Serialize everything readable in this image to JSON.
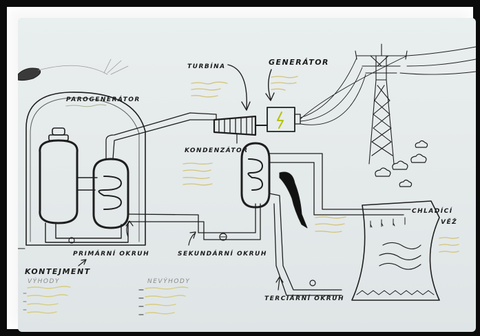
{
  "labels": {
    "turbina": "TURBÍNA",
    "generator": "GENERÁTOR",
    "parogenerator": "PAROGENERÁTOR",
    "kondenzator": "KONDENZÁTOR",
    "chladici": "CHLADÍCÍ",
    "vez": "VĚŽ",
    "primarni_okruh": "PRIMÁRNÍ OKRUH",
    "sekundarni_okruh": "SEKUNDÁRNÍ OKRUH",
    "terciarni_okruh": "TERCIÁRNÍ OKRUH",
    "kontejnment": "KONTEJMENT",
    "vyhody": "VÝHODY",
    "nevyhody": "NEVÝHODY"
  },
  "colors": {
    "paper": "#e6ebeb",
    "ink": "#1b1b1b",
    "highlighter": "#d8d08a",
    "generator_bolt": "#c8d400"
  }
}
